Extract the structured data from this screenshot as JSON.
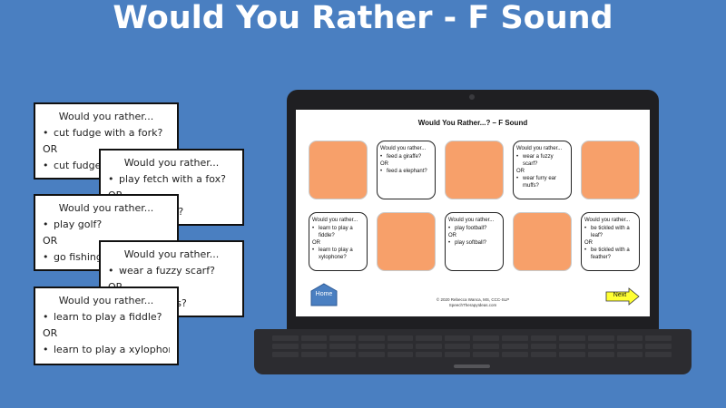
{
  "title": "Would You Rather - F Sound",
  "cards": [
    {
      "heading": "Would you rather...",
      "option_a": "cut fudge with a fork?",
      "or": "OR",
      "option_b": "cut fudge w"
    },
    {
      "heading": "Would you rather...",
      "option_a": "play fetch with a fox?",
      "or": "OR",
      "option_b": "h a wolf?"
    },
    {
      "heading": "Would you rather...",
      "option_a": "play golf?",
      "or": "OR",
      "option_b": "go fishing?"
    },
    {
      "heading": "Would you rather...",
      "option_a": "wear a fuzzy scarf?",
      "or": "OR",
      "option_b": "r muffs?"
    },
    {
      "heading": "Would you rather...",
      "option_a": "learn to play a fiddle?",
      "or": "OR",
      "option_b": "learn to play a xylophone?"
    }
  ],
  "slide": {
    "title": "Would You Rather...? – F Sound",
    "tile_color": "#f7a06a",
    "tiles": [
      {
        "covered": true
      },
      {
        "covered": false,
        "heading": "Would you rather...",
        "option_a": "feed a giraffe?",
        "or": "OR",
        "option_b": "feed a elephant?"
      },
      {
        "covered": true
      },
      {
        "covered": false,
        "heading": "Would you rather...",
        "option_a": "wear a fuzzy scarf?",
        "or": "OR",
        "option_b": "wear furry ear muffs?"
      },
      {
        "covered": true
      },
      {
        "covered": false,
        "heading": "Would you rather...",
        "option_a": "learn to play a fiddle?",
        "or": "OR",
        "option_b": "learn to play a xylophone?"
      },
      {
        "covered": true
      },
      {
        "covered": false,
        "heading": "Would you rather...",
        "option_a": "play football?",
        "or": "OR",
        "option_b": "play softball?"
      },
      {
        "covered": true
      },
      {
        "covered": false,
        "heading": "Would you rather...",
        "option_a": "be tickled with a leaf?",
        "or": "OR",
        "option_b": "be tickled with a feather?"
      }
    ],
    "home_label": "Home",
    "next_label": "Next",
    "copyright_line1": "© 2020 Rebecca Wanca, MS, CCC-SLP",
    "copyright_line2": "SpeechTherapyIdeas.com"
  },
  "colors": {
    "background": "#4a7fc1",
    "home_button": "#4a7fc1",
    "next_button": "#ffff33"
  }
}
